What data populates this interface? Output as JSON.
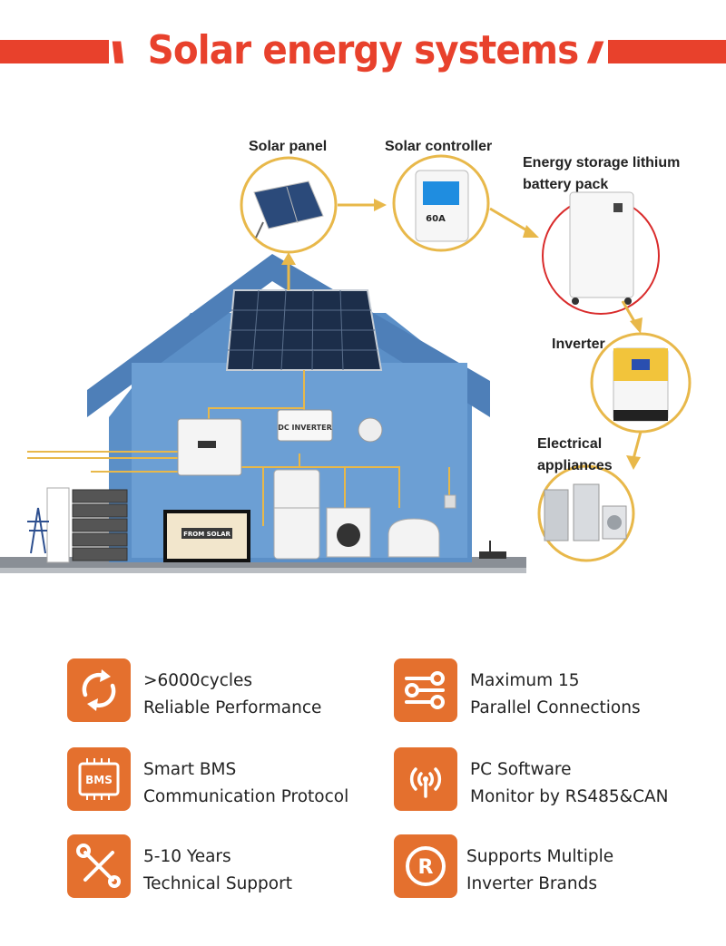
{
  "header": {
    "title": "Solar energy systems",
    "accent_color": "#e8412c"
  },
  "diagram": {
    "labels": {
      "solar_panel": "Solar panel",
      "solar_controller": "Solar controller",
      "battery_line1": "Energy storage lithium",
      "battery_line2": "battery pack",
      "inverter": "Inverter",
      "appliances_line1": "Electrical",
      "appliances_line2": "appliances",
      "dc_inverter": "DC INVERTER",
      "controller_model": "60A",
      "tv_screen": "FROM SOLAR"
    },
    "arrow_color": "#e8b84a",
    "house_color": "#4e7fb8"
  },
  "features": [
    {
      "icon": "cycle-arrows-icon",
      "line1": ">6000cycles",
      "line2": "Reliable Performance"
    },
    {
      "icon": "parallel-connections-icon",
      "line1": "Maximum 15",
      "line2": "Parallel Connections"
    },
    {
      "icon": "bms-chip-icon",
      "icon_text": "BMS",
      "line1": "Smart BMS",
      "line2": "Communication Protocol"
    },
    {
      "icon": "signal-monitor-icon",
      "line1": "PC Software",
      "line2": "Monitor by RS485&CAN"
    },
    {
      "icon": "wrench-tools-icon",
      "line1": "5-10 Years",
      "line2": "Technical Support"
    },
    {
      "icon": "registered-brand-icon",
      "icon_text": "R",
      "line1": "Supports Multiple",
      "line2": "Inverter Brands"
    }
  ],
  "icon_color": "#e4702e"
}
